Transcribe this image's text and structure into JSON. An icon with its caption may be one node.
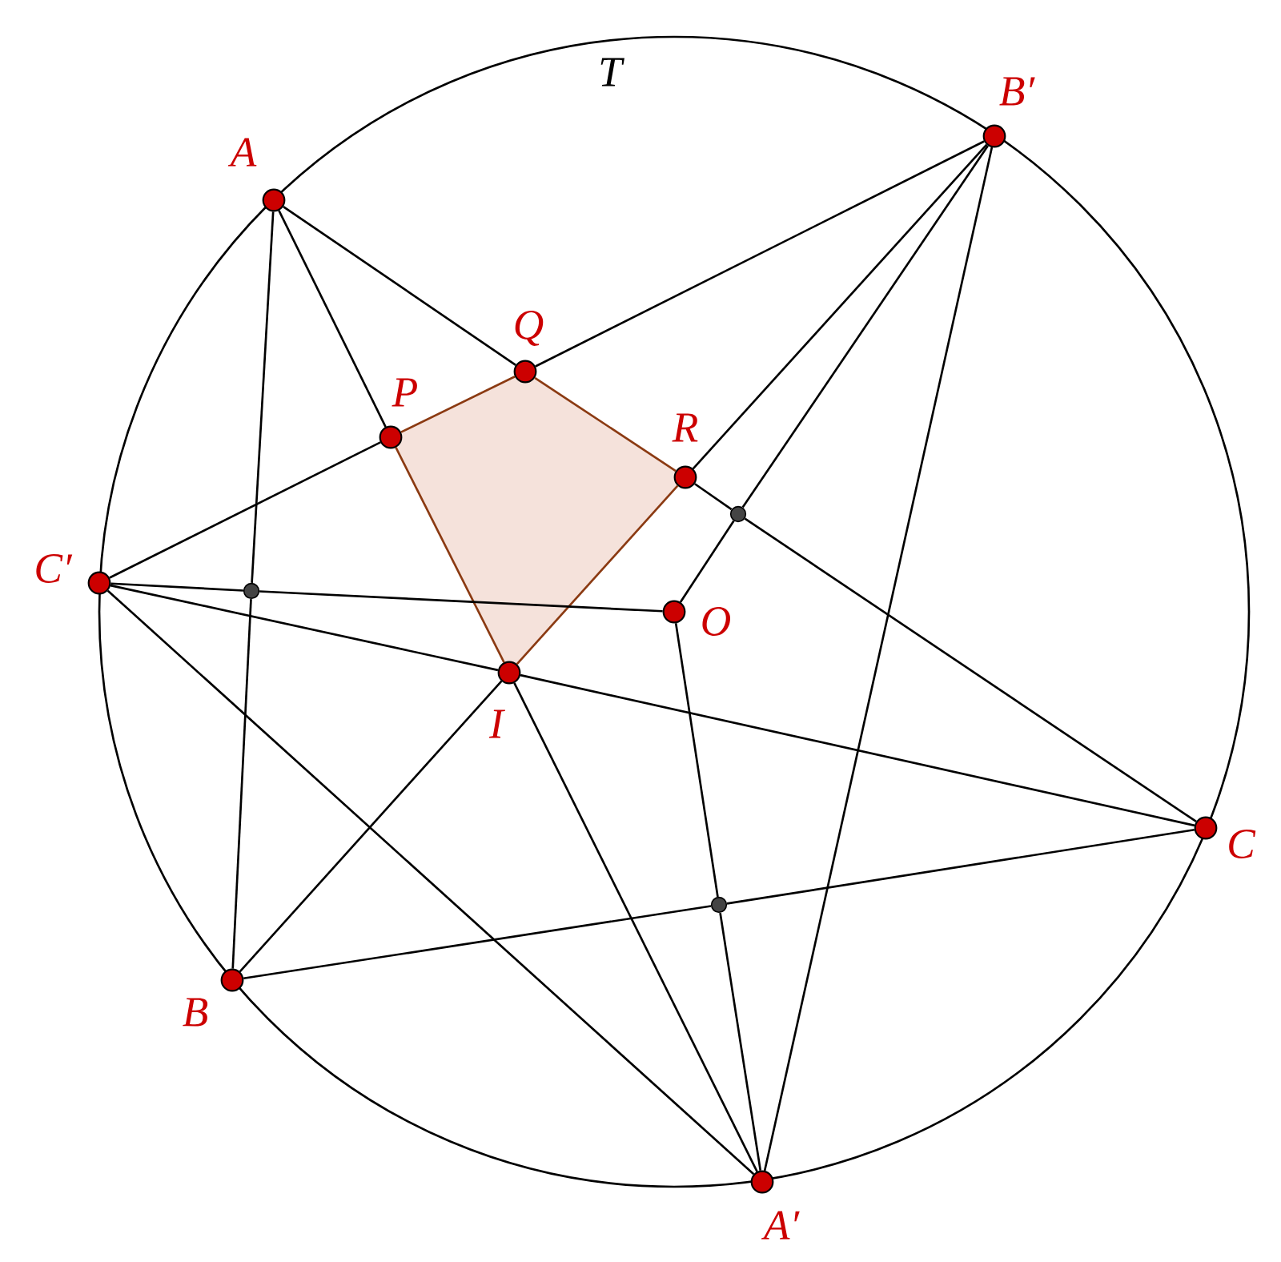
{
  "diagram": {
    "nodes": [
      {
        "text": [
          "A"
        ]
      },
      {
        "text": [
          "B"
        ]
      },
      {
        "text": [
          "C"
        ]
      },
      {
        "text": [
          "A′"
        ]
      },
      {
        "text": [
          "B′"
        ]
      },
      {
        "text": [
          "C′"
        ]
      },
      {
        "text": [
          "P"
        ]
      },
      {
        "text": [
          "Q"
        ]
      },
      {
        "text": [
          "R"
        ]
      },
      {
        "text": [
          "I"
        ]
      },
      {
        "text": [
          "O"
        ]
      },
      {
        "text": [],
        "shape": "circle"
      },
      {
        "text": [],
        "shape": "circle"
      },
      {
        "text": [],
        "shape": "circle"
      }
    ],
    "edges": [
      {
        "from": 0,
        "to": 6,
        "arrow": "none"
      },
      {
        "from": 6,
        "to": 9,
        "arrow": "none",
        "color": "#8b3a12"
      },
      {
        "from": 9,
        "to": 3,
        "arrow": "none"
      },
      {
        "from": 0,
        "to": 7,
        "arrow": "none"
      },
      {
        "from": 7,
        "to": 8,
        "arrow": "none",
        "color": "#8b3a12"
      },
      {
        "from": 8,
        "to": 12,
        "arrow": "none"
      },
      {
        "from": 12,
        "to": 2,
        "arrow": "none"
      },
      {
        "from": 5,
        "to": 6,
        "arrow": "none"
      },
      {
        "from": 6,
        "to": 7,
        "arrow": "none",
        "color": "#8b3a12"
      },
      {
        "from": 7,
        "to": 4,
        "arrow": "none"
      },
      {
        "from": 1,
        "to": 9,
        "arrow": "none"
      },
      {
        "from": 9,
        "to": 8,
        "arrow": "none",
        "color": "#8b3a12"
      },
      {
        "from": 8,
        "to": 4,
        "arrow": "none"
      },
      {
        "from": 4,
        "to": 12,
        "arrow": "none"
      },
      {
        "from": 12,
        "to": 10,
        "arrow": "none"
      },
      {
        "from": 4,
        "to": 3,
        "arrow": "none"
      },
      {
        "from": 0,
        "to": 11,
        "arrow": "none"
      },
      {
        "from": 11,
        "to": 1,
        "arrow": "none"
      },
      {
        "from": 5,
        "to": 11,
        "arrow": "none"
      },
      {
        "from": 11,
        "to": 10,
        "arrow": "none"
      },
      {
        "from": 5,
        "to": 9,
        "arrow": "none"
      },
      {
        "from": 9,
        "to": 2,
        "arrow": "none"
      },
      {
        "from": 5,
        "to": 3,
        "arrow": "none"
      },
      {
        "from": 1,
        "to": 13,
        "arrow": "none"
      },
      {
        "from": 13,
        "to": 2,
        "arrow": "none"
      },
      {
        "from": 10,
        "to": 13,
        "arrow": "none"
      },
      {
        "from": 13,
        "to": 3,
        "arrow": "none"
      }
    ],
    "labels": [
      "T"
    ]
  }
}
